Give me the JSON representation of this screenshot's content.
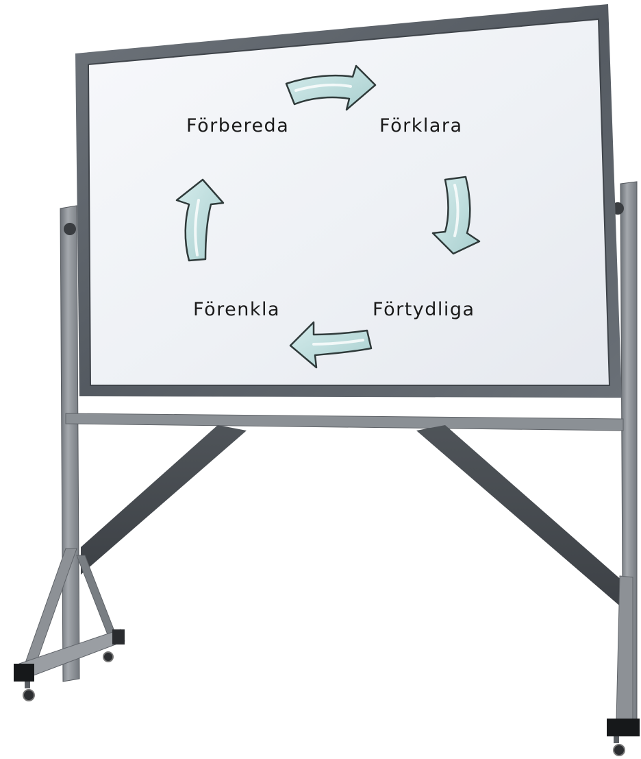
{
  "diagram": {
    "steps": [
      {
        "id": "forbereda",
        "label": "Förbereda"
      },
      {
        "id": "forklara",
        "label": "Förklara"
      },
      {
        "id": "fortydliga",
        "label": "Förtydliga"
      },
      {
        "id": "forenkla",
        "label": "Förenkla"
      }
    ]
  },
  "colors": {
    "board_surface": "#f1f3f7",
    "frame": "#5d636a",
    "stand_metal": "#8d9196",
    "arrow_fill": "#bfdcdc",
    "arrow_stroke": "#2f3a3a",
    "label_text": "#1a1a1a"
  },
  "icons": {
    "cycle_arrows": "curved-arrow-icon",
    "casters": "caster-wheel-icon"
  }
}
